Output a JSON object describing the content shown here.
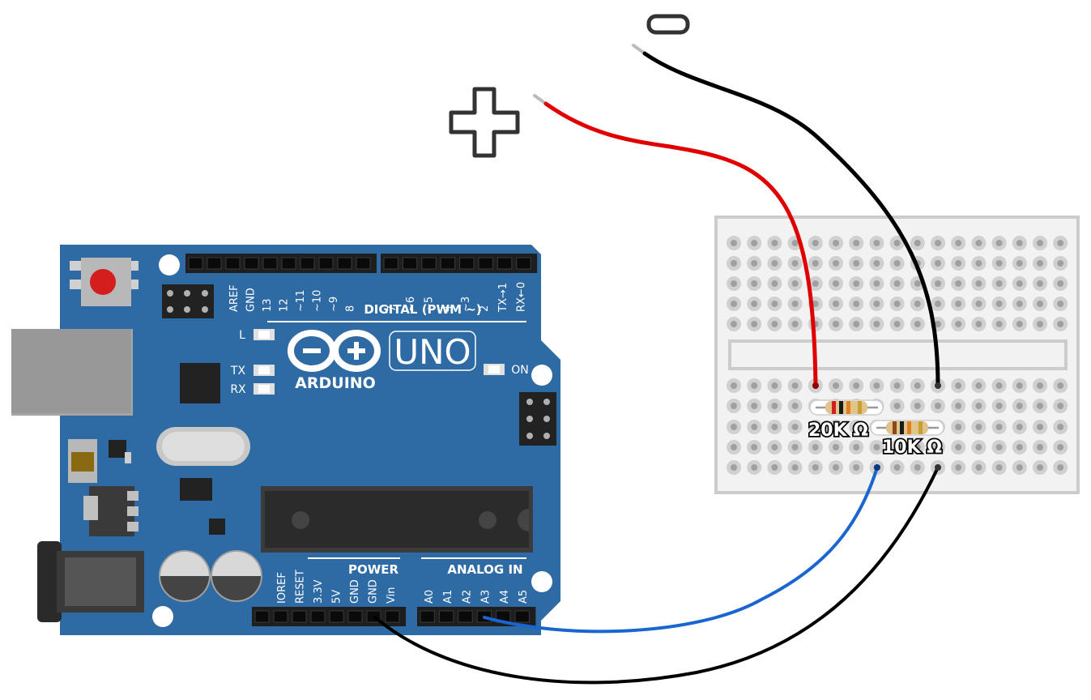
{
  "polarity": {
    "positive": "+",
    "negative": "−"
  },
  "board": {
    "brand": "ARDUINO",
    "model": "UNO",
    "digital_label": "DIGITAL (PWM ~)",
    "power_label": "POWER",
    "analog_label": "ANALOG IN",
    "led_l": "L",
    "led_tx": "TX",
    "led_rx": "RX",
    "led_on": "ON",
    "digital_pins_left": [
      "AREF",
      "GND",
      "13",
      "12",
      "~11",
      "~10",
      "~9",
      "8"
    ],
    "digital_pins_right": [
      "7",
      "~6",
      "~5",
      "4",
      "~3",
      "2",
      "TX→1",
      "RX←0"
    ],
    "power_pins": [
      "IOREF",
      "RESET",
      "3.3V",
      "5V",
      "GND",
      "GND",
      "Vin"
    ],
    "analog_pins": [
      "A0",
      "A1",
      "A2",
      "A3",
      "A4",
      "A5"
    ]
  },
  "resistors": {
    "r1": "20K Ω",
    "r2": "10K Ω"
  },
  "colors": {
    "board": "#2e6aa3",
    "wire_red": "#e00000",
    "wire_black": "#000000",
    "wire_blue": "#1a66d0"
  }
}
